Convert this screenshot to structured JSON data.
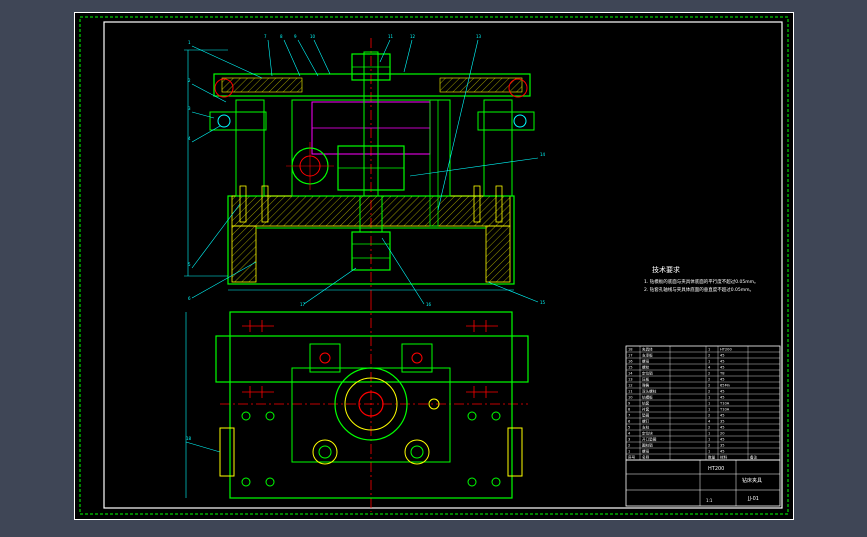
{
  "colors": {
    "background": "#3f4656",
    "paper": "#000000",
    "border": "#ffffff",
    "frame": "#00ff00",
    "part": "#00ff00",
    "hatch": "#ffff00",
    "center": "#ff0000",
    "bore": "#ff0000",
    "leader": "#00ffff",
    "dimension": "#00ffff",
    "accent": "#ff00ff",
    "text": "#ffffff"
  },
  "icons": {
    "frame": "drawing-frame-icon",
    "front_view": "front-section-view-icon",
    "top_view": "plan-view-icon"
  },
  "notes": {
    "heading": "技术要求",
    "lines": [
      "1. 钻模板的底面与夹具体底面的平行度不超过0.05mm。",
      "2. 钻套孔轴线与夹具体底面的垂直度不超过0.05mm。"
    ]
  },
  "title_block": {
    "drawing_no": "JJ-01",
    "name": "钻床夹具",
    "material": "HT200",
    "scale": "1:1"
  },
  "parts_list": {
    "rows": [
      {
        "no": "18",
        "name": "夹具体",
        "qty": "1",
        "material": "HT200"
      },
      {
        "no": "17",
        "name": "支承板",
        "qty": "2",
        "material": "45"
      },
      {
        "no": "16",
        "name": "螺母",
        "qty": "1",
        "material": "45"
      },
      {
        "no": "15",
        "name": "螺栓",
        "qty": "4",
        "material": "45"
      },
      {
        "no": "14",
        "name": "定位销",
        "qty": "2",
        "material": "T8"
      },
      {
        "no": "13",
        "name": "压板",
        "qty": "2",
        "material": "45"
      },
      {
        "no": "12",
        "name": "弹簧",
        "qty": "2",
        "material": "65Mn"
      },
      {
        "no": "11",
        "name": "双头螺柱",
        "qty": "2",
        "material": "45"
      },
      {
        "no": "10",
        "name": "钻模板",
        "qty": "1",
        "material": "45"
      },
      {
        "no": "9",
        "name": "钻套",
        "qty": "1",
        "material": "T10A"
      },
      {
        "no": "8",
        "name": "衬套",
        "qty": "1",
        "material": "T10A"
      },
      {
        "no": "7",
        "name": "垫圈",
        "qty": "2",
        "material": "45"
      },
      {
        "no": "6",
        "name": "螺钉",
        "qty": "4",
        "material": "35"
      },
      {
        "no": "5",
        "name": "支柱",
        "qty": "2",
        "material": "45"
      },
      {
        "no": "4",
        "name": "定位块",
        "qty": "1",
        "material": "20"
      },
      {
        "no": "3",
        "name": "开口垫圈",
        "qty": "1",
        "material": "45"
      },
      {
        "no": "2",
        "name": "圆柱销",
        "qty": "2",
        "material": "35"
      },
      {
        "no": "1",
        "name": "螺母",
        "qty": "1",
        "material": "45"
      }
    ],
    "header": {
      "no": "序号",
      "name": "名称",
      "qty": "数量",
      "material": "材料",
      "remark": "备注"
    }
  },
  "balloons": [
    "1",
    "2",
    "3",
    "4",
    "5",
    "6",
    "7",
    "8",
    "9",
    "10",
    "11",
    "12",
    "13",
    "14",
    "15",
    "16",
    "17",
    "18"
  ]
}
